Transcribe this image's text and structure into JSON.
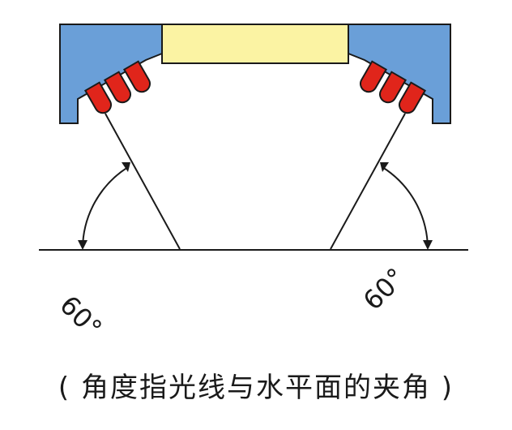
{
  "colors": {
    "housing": "#6a9fd8",
    "window": "#fbf3a3",
    "led": "#e0251b",
    "stroke": "#1a1a1a",
    "background": "#ffffff"
  },
  "left_angle_label": "60°",
  "right_angle_label": "60°",
  "caption": "( 角度指光线与水平面的夹角 )"
}
